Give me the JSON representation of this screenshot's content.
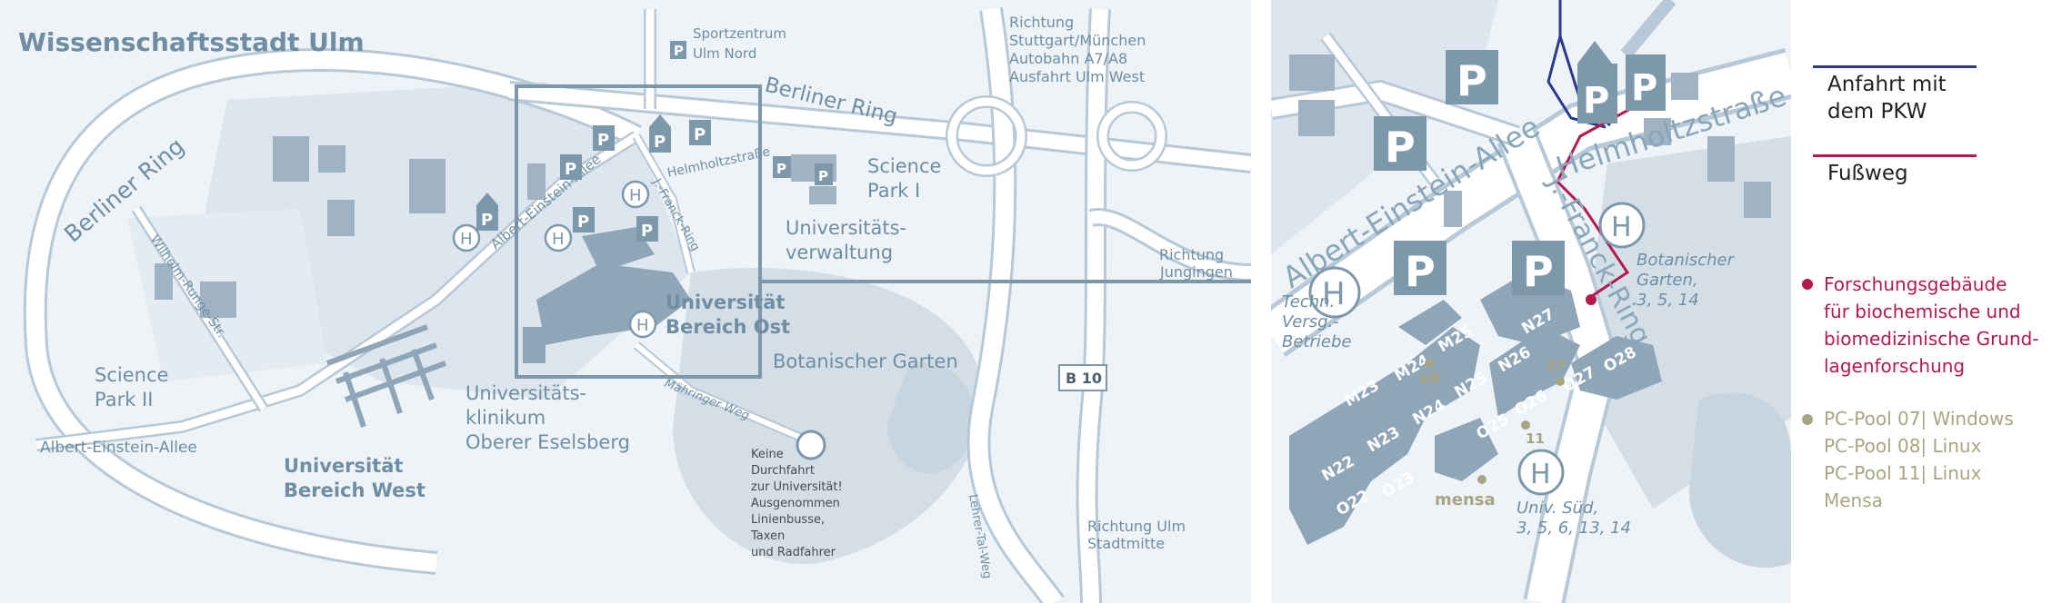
{
  "left_map": {
    "title": "Wissenschaftsstadt Ulm",
    "roads": {
      "berliner_ring_west": "Berliner Ring",
      "berliner_ring_north": "Berliner Ring",
      "wilhelm_runge": "Wilhelm-Runge-Str.",
      "albert_einstein_west": "Albert-Einstein-Allee",
      "albert_einstein_center": "Albert-Einstein-Allee",
      "helmholtz": "Helmholtzstraße",
      "franck_ring": "J.-Franck-Ring",
      "mahringer": "Mähringer Weg",
      "lehrer_tal": "Lehrer-Tal-Weg",
      "b10": "B 10"
    },
    "places": {
      "sportzentrum": [
        "Sportzentrum",
        "Ulm Nord"
      ],
      "richtung_stuttgart": [
        "Richtung",
        "Stuttgart/München",
        "Autobahn A7/A8",
        "Ausfahrt Ulm West"
      ],
      "science_park_1": [
        "Science",
        "Park I"
      ],
      "science_park_2": [
        "Science",
        "Park II"
      ],
      "universitaetsverwaltung": [
        "Universitäts-",
        "verwaltung"
      ],
      "universitaet_ost": [
        "Universität",
        "Bereich Ost"
      ],
      "botanischer_garten": "Botanischer Garten",
      "universitaet_west": [
        "Universität",
        "Bereich West"
      ],
      "klinikum": [
        "Universitäts-",
        "klinikum",
        "Oberer Eselsberg"
      ],
      "richtung_jungingen": [
        "Richtung",
        "Jungingen"
      ],
      "richtung_ulm": [
        "Richtung Ulm",
        "Stadtmitte"
      ],
      "keine_durchfahrt": [
        "Keine",
        "Durchfahrt",
        "zur Universität!",
        "Ausgenommen",
        "Linienbusse,",
        "Taxen",
        "und Radfahrer"
      ]
    },
    "symbols": {
      "parking": "P",
      "bus": "H"
    }
  },
  "right_map": {
    "roads": {
      "albert_einstein": "Albert-Einstein-Allee",
      "helmholtz": "Helmholtzstraße",
      "franck_ring": "J.-Franck-Ring"
    },
    "places": {
      "botanischer_garten_stop": [
        "Botanischer",
        "Garten,",
        "3, 5, 14"
      ],
      "techn_betriebe": [
        "Techn.",
        "Versg.-",
        "Betriebe"
      ],
      "univ_sued": [
        "Univ. Süd,",
        "3, 5, 6, 13, 14"
      ],
      "mensa": "mensa"
    },
    "buildings": [
      "N27",
      "M25",
      "M24",
      "M23",
      "N26",
      "N25",
      "N24",
      "N23",
      "N22",
      "O28",
      "O27",
      "O26",
      "O25",
      "O23",
      "O22"
    ],
    "pools": [
      "o8",
      "07",
      "11"
    ],
    "symbols": {
      "parking": "P",
      "bus": "H"
    }
  },
  "legend": {
    "pkw": [
      "Anfahrt mit",
      "dem PKW"
    ],
    "fussweg": "Fußweg",
    "forschung": [
      "Forschungsgebäude",
      "für biochemische und",
      "biomedizinische Grund-",
      "lagenforschung"
    ],
    "pools": [
      "PC-Pool 07| Windows",
      "PC-Pool 08| Linux",
      "PC-Pool 11|  Linux",
      "Mensa"
    ],
    "colors": {
      "pkw": "#2b3990",
      "fussweg": "#b5174f",
      "forschung": "#b5174f",
      "pool": "#a8a682"
    }
  }
}
